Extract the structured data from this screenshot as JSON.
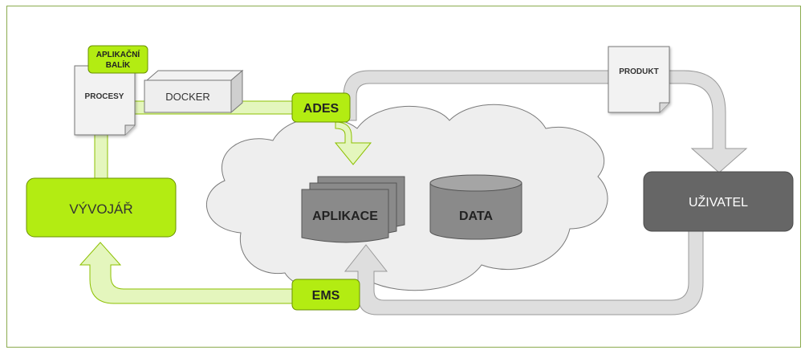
{
  "diagram": {
    "developer": "VÝVOJÁŘ",
    "user": "UŽIVATEL",
    "application": "APLIKACE",
    "data": "DATA",
    "ades": "ADES",
    "ems": "EMS",
    "product": "PRODUKT",
    "processes": "PROCESY",
    "docker": "DOCKER",
    "app_package_line1": "APLIKAČNÍ",
    "app_package_line2": "BALÍK"
  },
  "colors": {
    "lime": "#b3ec12",
    "lime_light": "#e4f6bd",
    "lime_stroke": "#8cc000",
    "gray_arrow": "#dcdcdc",
    "gray_dark": "#666666",
    "cloud_fill": "#eeeeee",
    "frame": "#8bab4e"
  }
}
